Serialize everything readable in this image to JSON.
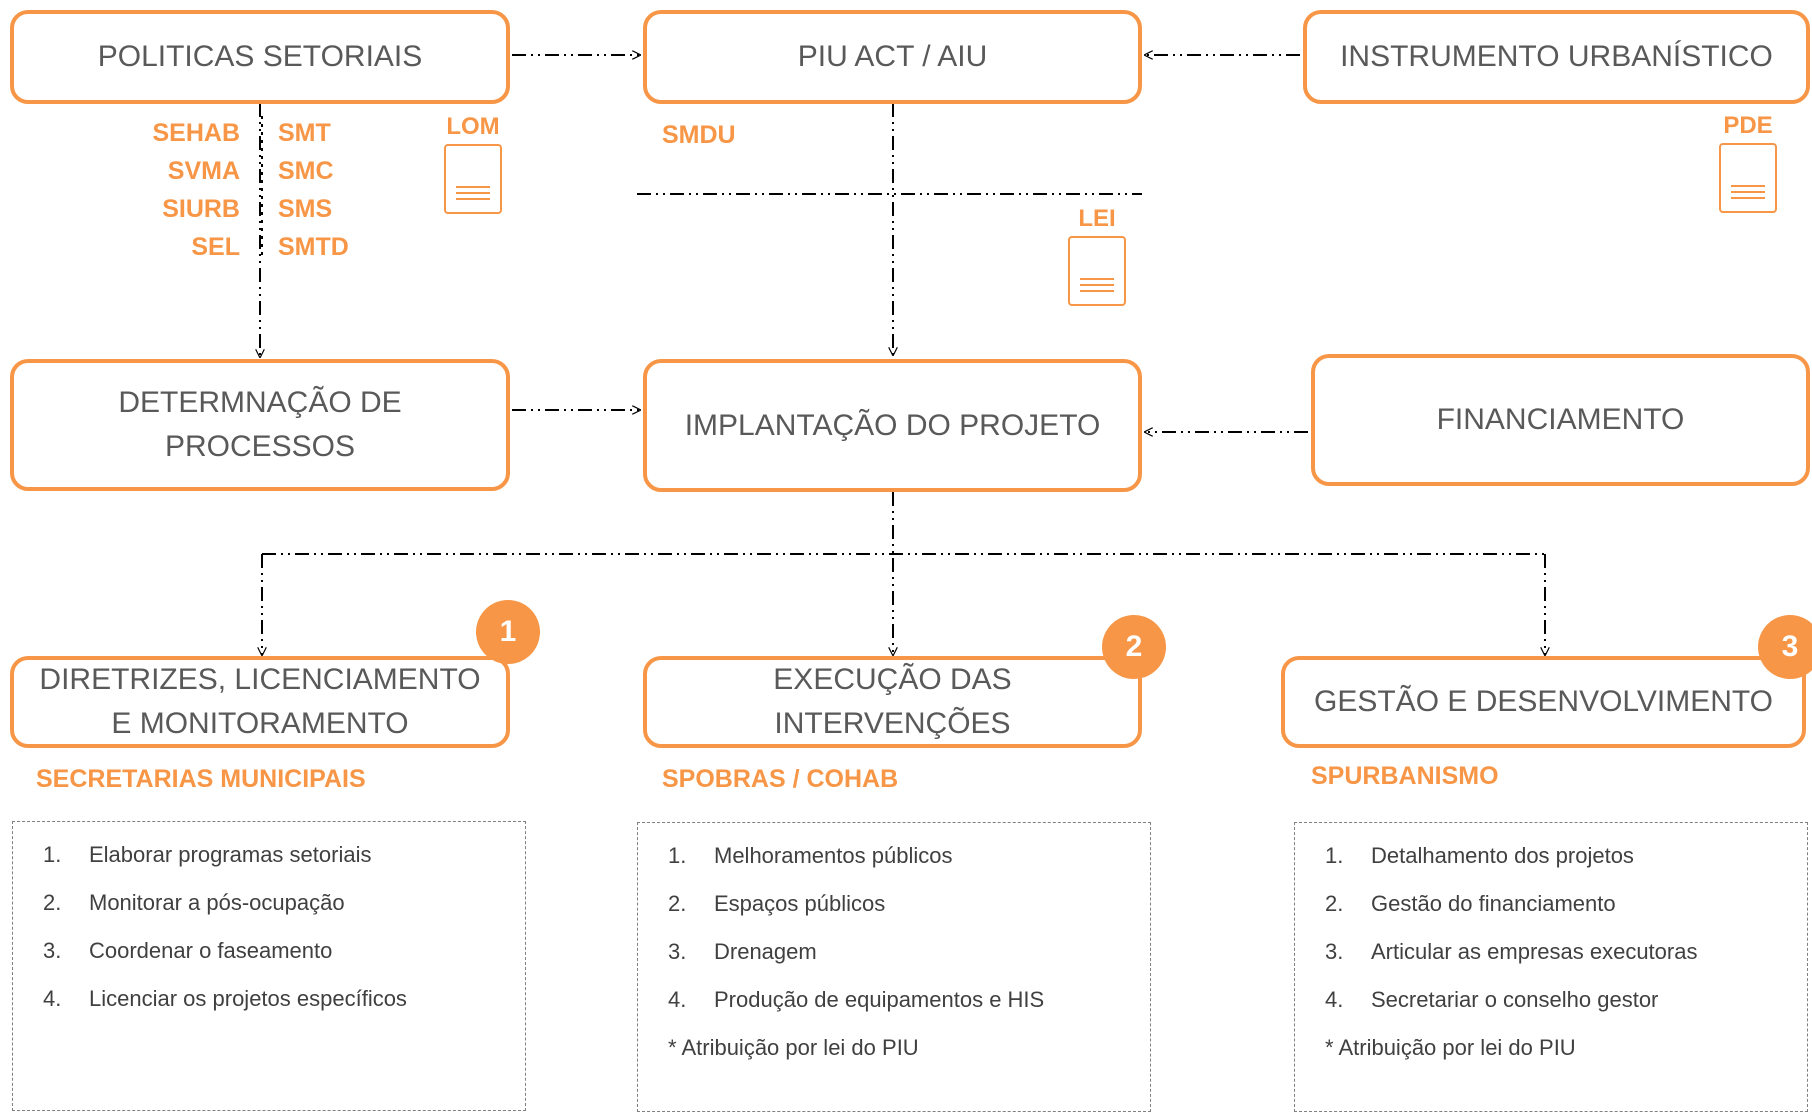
{
  "boxes": {
    "politicas": "POLITICAS SETORIAIS",
    "piu": "PIU ACT / AIU",
    "instrumento": "INSTRUMENTO URBANÍSTICO",
    "determinacao": "DETERMNAÇÃO DE\nPROCESSOS",
    "implantacao": "IMPLANTAÇÃO DO PROJETO",
    "financiamento": "FINANCIAMENTO",
    "diretrizes": "DIRETRIZES, LICENCIAMENTO\nE MONITORAMENTO",
    "execucao": "EXECUÇÃO DAS\nINTERVENÇÕES",
    "gestao": "GESTÃO E DESENVOLVIMENTO"
  },
  "secretarias_left": [
    "SEHAB",
    "SVMA",
    "SIURB",
    "SEL"
  ],
  "secretarias_right": [
    "SMT",
    "SMC",
    "SMS",
    "SMTD"
  ],
  "smdu": "SMDU",
  "documents": {
    "lom": "LOM",
    "lei": "LEI",
    "pde": "PDE"
  },
  "badges": [
    "1",
    "2",
    "3"
  ],
  "columns": [
    {
      "org": "SECRETARIAS MUNICIPAIS",
      "tasks": [
        {
          "num": "1.",
          "text": "Elaborar programas setoriais"
        },
        {
          "num": "2.",
          "text": "Monitorar a pós-ocupação"
        },
        {
          "num": "3.",
          "text": "Coordenar o faseamento"
        },
        {
          "num": "4.",
          "text": "Licenciar os projetos específicos"
        }
      ],
      "note": ""
    },
    {
      "org": "SPOBRAS / COHAB",
      "tasks": [
        {
          "num": "1.",
          "text": "Melhoramentos públicos"
        },
        {
          "num": "2.",
          "text": "Espaços públicos"
        },
        {
          "num": "3.",
          "text": "Drenagem"
        },
        {
          "num": "4.",
          "text": "Produção de equipamentos e HIS"
        }
      ],
      "note": "*  Atribuição por lei do PIU"
    },
    {
      "org": "SPURBANISMO",
      "tasks": [
        {
          "num": "1.",
          "text": "Detalhamento dos projetos"
        },
        {
          "num": "2.",
          "text": "Gestão do financiamento"
        },
        {
          "num": "3.",
          "text": "Articular as empresas executoras"
        },
        {
          "num": "4.",
          "text": "Secretariar o conselho gestor"
        }
      ],
      "note": "* Atribuição por lei do PIU"
    }
  ],
  "colors": {
    "accent": "#f79646",
    "box_text": "#595959",
    "task_text": "#404040",
    "line": "#000000"
  }
}
